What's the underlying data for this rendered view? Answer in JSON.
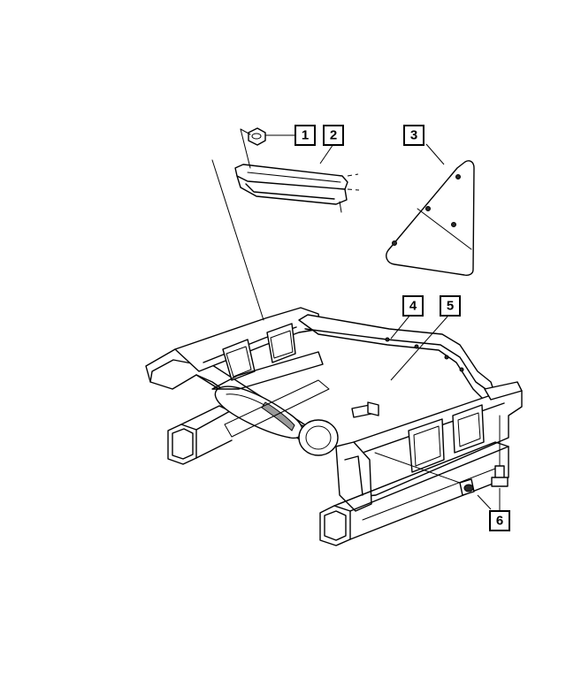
{
  "diagram": {
    "callouts": [
      {
        "id": "callout-1",
        "label": "1"
      },
      {
        "id": "callout-2",
        "label": "2"
      },
      {
        "id": "callout-3",
        "label": "3"
      },
      {
        "id": "callout-4",
        "label": "4"
      },
      {
        "id": "callout-5",
        "label": "5"
      },
      {
        "id": "callout-6",
        "label": "6"
      }
    ],
    "colors": {
      "line": "#000000",
      "background": "#ffffff"
    },
    "parts": [
      "nut",
      "crossmember-brace",
      "skid-plate-gusset",
      "frame-rail",
      "engine-cradle",
      "bolt"
    ]
  }
}
